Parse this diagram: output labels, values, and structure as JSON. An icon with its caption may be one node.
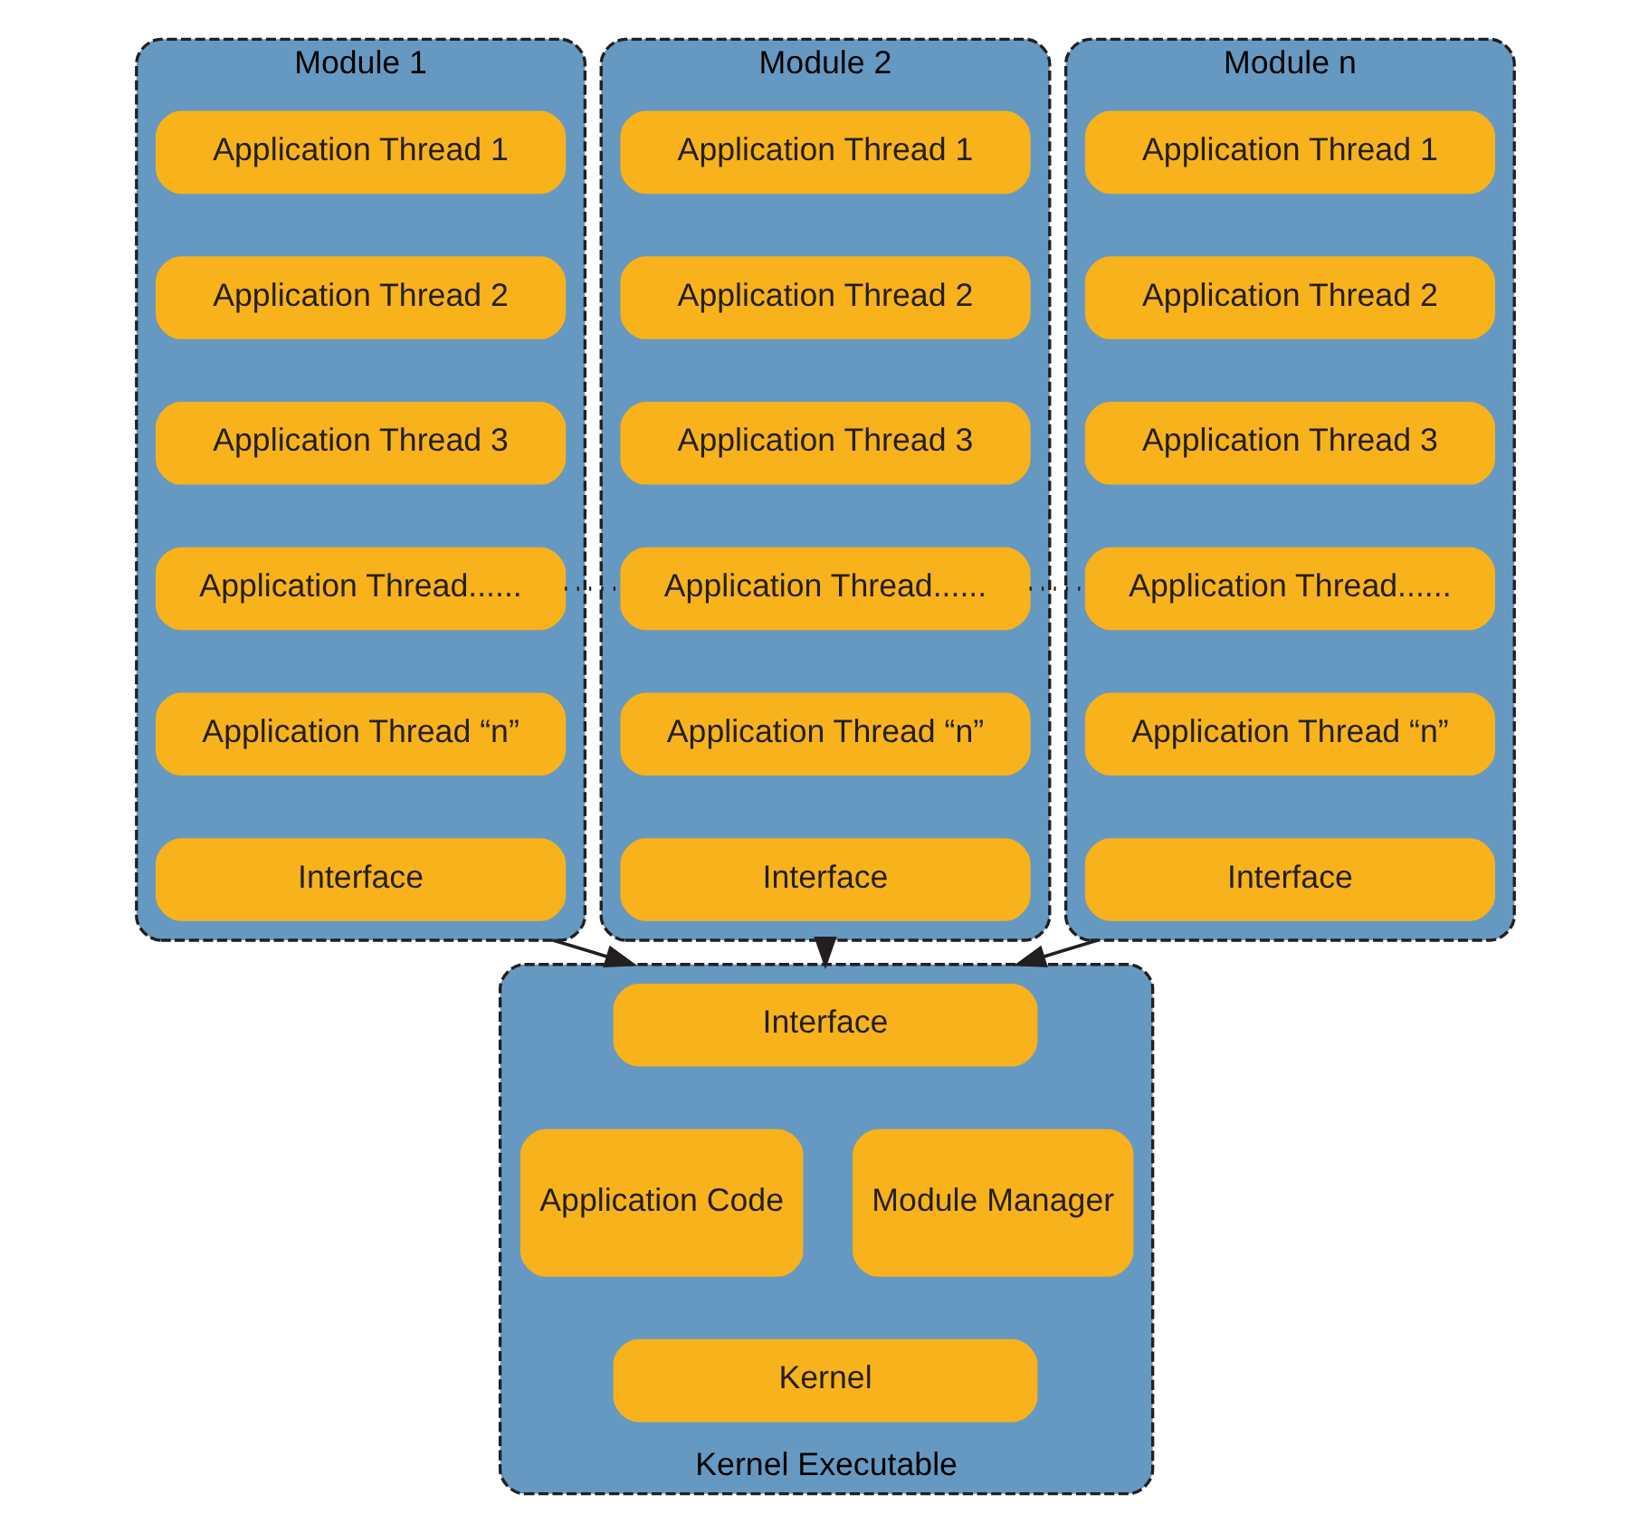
{
  "diagram": {
    "nodes": [
      {
        "text": [
          "Module 1"
        ]
      },
      {
        "text": [
          "Application Thread 1"
        ],
        "in": 0
      },
      {
        "text": [
          "Application Thread 2"
        ],
        "in": 0
      },
      {
        "text": [
          "Application Thread 3"
        ],
        "in": 0
      },
      {
        "text": [
          "Application Thread......"
        ],
        "in": 0
      },
      {
        "text": [
          "Application Thread “n”"
        ],
        "in": 0
      },
      {
        "text": [
          "Interface"
        ],
        "in": 0
      },
      {
        "text": [
          "Module 2"
        ]
      },
      {
        "text": [
          "Application Thread 1"
        ],
        "in": 7
      },
      {
        "text": [
          "Application Thread 2"
        ],
        "in": 7
      },
      {
        "text": [
          "Application Thread 3"
        ],
        "in": 7
      },
      {
        "text": [
          "Application Thread......"
        ],
        "in": 7
      },
      {
        "text": [
          "Application Thread “n”"
        ],
        "in": 7
      },
      {
        "text": [
          "Interface"
        ],
        "in": 7
      },
      {
        "text": [
          "Module n"
        ]
      },
      {
        "text": [
          "Application Thread 1"
        ],
        "in": 14
      },
      {
        "text": [
          "Application Thread 2"
        ],
        "in": 14
      },
      {
        "text": [
          "Application Thread 3"
        ],
        "in": 14
      },
      {
        "text": [
          "Application Thread......"
        ],
        "in": 14
      },
      {
        "text": [
          "Application Thread “n”"
        ],
        "in": 14
      },
      {
        "text": [
          "Interface"
        ],
        "in": 14
      },
      {
        "text": [
          "Kernel Executable"
        ]
      },
      {
        "text": [
          "Interface"
        ],
        "in": 21
      },
      {
        "text": [
          "Application Code"
        ],
        "in": 21
      },
      {
        "text": [
          "Module Manager"
        ],
        "in": 21
      },
      {
        "text": [
          "Kernel"
        ],
        "in": 21
      }
    ],
    "edges": [
      {
        "from": 0,
        "to": 21,
        "arrow": "to"
      },
      {
        "from": 7,
        "to": 21,
        "arrow": "to"
      },
      {
        "from": 14,
        "to": 21,
        "arrow": "to"
      },
      {
        "from": 4,
        "to": 11,
        "arrow": "none",
        "style": "dashed"
      },
      {
        "from": 11,
        "to": 18,
        "arrow": "none",
        "style": "dashed"
      }
    ]
  }
}
